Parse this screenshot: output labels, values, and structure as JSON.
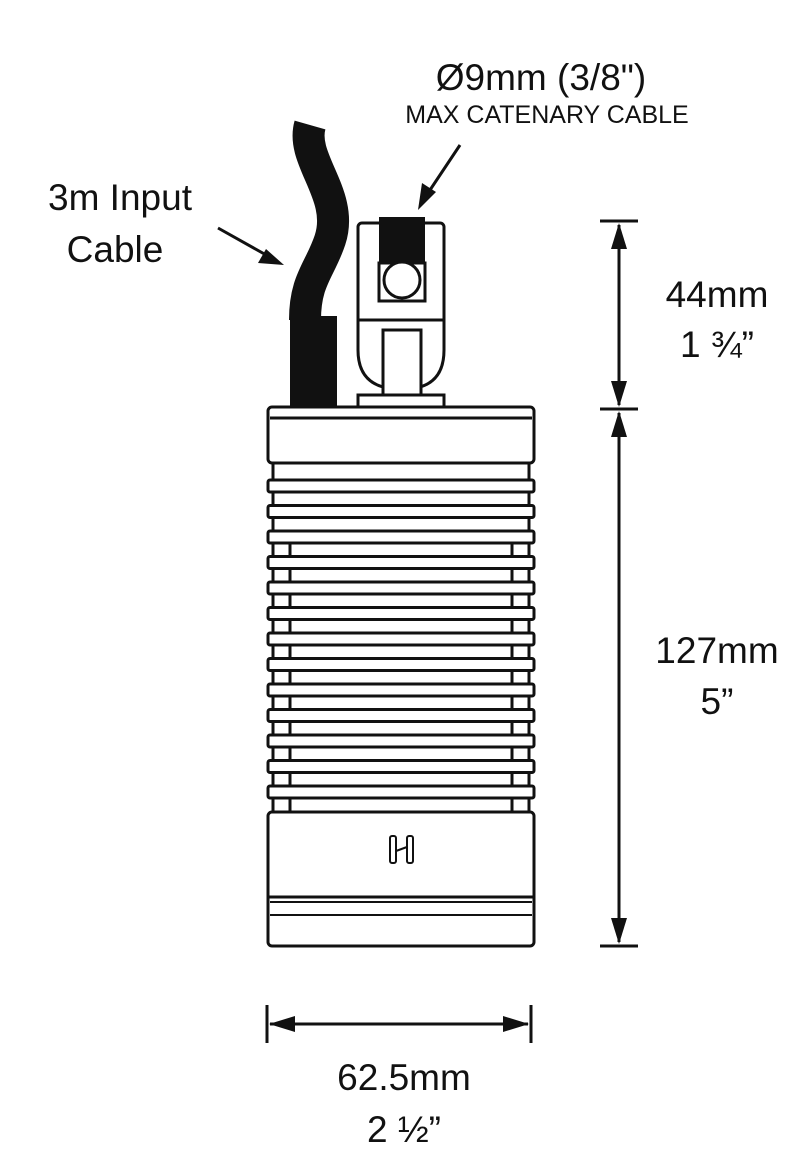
{
  "labels": {
    "cable_diameter": "Ø9mm (3/8\")",
    "cable_note": "MAX CATENARY CABLE",
    "input_cable_line1": "3m Input",
    "input_cable_line2": "Cable",
    "height_top_mm": "44mm",
    "height_top_in": "1 ¾”",
    "height_body_mm": "127mm",
    "height_body_in": "5”",
    "width_mm": "62.5mm",
    "width_in": "2 ½”"
  },
  "colors": {
    "line": "#111111",
    "background": "#ffffff"
  }
}
